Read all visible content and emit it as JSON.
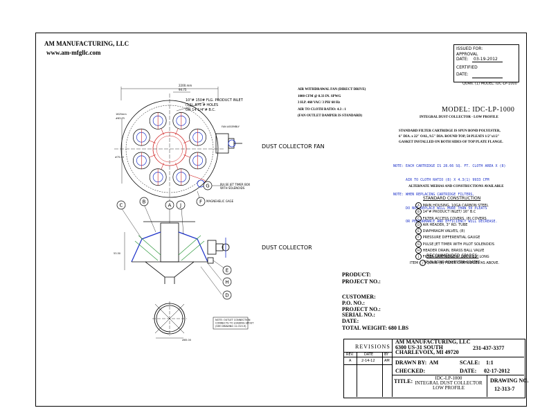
{
  "company": {
    "name": "AM MANUFACTURING, LLC",
    "website": "www.am-mfgllc.com"
  },
  "issued": {
    "line1": "ISSUED FOR:",
    "line2": "APPROVAL",
    "date_label": "DATE:",
    "date_value": "03-19-2012",
    "certified": "CERTIFIED",
    "date2_label": "DATE:"
  },
  "quantity_note": "QUAN. (1) MODEL: IDC-LP-1000",
  "fan_spec": [
    "AIR WITHDRAWAL FAN (DIRECT DRIVE)",
    "1000   CFM @ 8.33   IN. SPWG",
    "3 H.P.    460 VAC/  3 PH/  60 Hz",
    "AIR TO CLOTH RATIO:     4.3 : 1",
    "(FAN OUTLET DAMPER IS STANDARD)"
  ],
  "model": {
    "title": "MODEL:  IDC-LP-1000",
    "subtitle": "INTEGRAL DUST COLLECTOR  -  LOW PROFILE"
  },
  "filter_text": [
    "STANDARD FILTER CARTRIDGE IS SPUN BOND POLYESTER,",
    "6\" DIA. x 22\" OAL, 9.5\" DIA. ROUND TOP, 50 PLEATS 1/2\"x1/2\"",
    "GASKET INSTALLED ON BOTH SIDES OF TOP PLATE FLANGE."
  ],
  "notes": [
    "NOTE: EACH CARTRIDGE IS 28.66 SQ. FT. CLOTH AREA X (8)",
    "      AIR TO CLOTH RATIO (8) X 4.3(1) 9933 CFM",
    "NOTE: WHEN REPLACING CARTRIDGE FILTERS,",
    "      DO NOT REPLACE WILL MORE THAN 50 PLEATS",
    "      OR PERFORMANCE AND EFFICIENCY WILL DECREASE."
  ],
  "alt_medias": "ALTERNATE MEDIAS AND CONSTRUCTIONS AVAILABLE",
  "std_construction": {
    "heading": "STANDARD CONSTRUCTION",
    "items": [
      {
        "mark": "A",
        "text": "MAIN HOUSING, 10GA CARBON STEEL"
      },
      {
        "mark": "B",
        "text": "14\"# PRODUCT INLET/ 16\" B.C"
      },
      {
        "mark": "C",
        "text": "FILTER ACCESS COVERS, (8) COVERS"
      },
      {
        "mark": "D",
        "text": "AIR HEADER, 3\" RD. TUBE"
      },
      {
        "mark": "E",
        "text": "DIAPHRAGM VALVES, (8)"
      },
      {
        "mark": "F",
        "text": "PRESSURE DIFFERENTIAL GAUGE"
      },
      {
        "mark": "G",
        "text": "PULSE JET TIMER WITH PILOT SOLENOIDS"
      },
      {
        "mark": "H",
        "text": "HEADER DRAIN, BRASS BALL VALVE"
      },
      {
        "mark": "J",
        "text": "FILTER CARTRIDGE 6\" DIA. x 22\" LONG"
      },
      {
        "mark": "",
        "text": "SPUN BOND POLYESTER-COATED"
      }
    ]
  },
  "spares": {
    "heading": "RECOMMENDED SPARES:",
    "item_label": "ITEM",
    "mark": "J",
    "text": "QUAN. (8) FILTER CARTRIDGES AS ABOVE."
  },
  "labels": {
    "fan": "DUST COLLECTOR FAN",
    "collector": "DUST COLLECTOR",
    "inlet": [
      "10\"# 150# FLG. PRODUCT INLET",
      "(12) .875 # HOLES",
      "ON 14 1/4\"# B.C."
    ],
    "fan_assembly": "FAN ASSEMBLY",
    "pulse_jet": [
      "PULSE JET TIMER BOX",
      "WITH SOLENOIDS"
    ],
    "magnehelic": "MAGNEHELIC GAGE",
    "outlet_note": [
      "NOTE: OUTLET CONNECTION",
      "CONNECTS TO LOADING SPOUT",
      "(SEE DRAWING 12-313-9)"
    ],
    "dim_top1": "2200.mm",
    "dim_top2": "94.75",
    "dim_left1": "1625mm",
    "dim_left2": "#63.75",
    "dim_left3": "#75.00",
    "dim_side": "53.50",
    "dim_bottom": "#85.00",
    "callouts": [
      "C",
      "B",
      "A",
      "J",
      "E",
      "H",
      "D",
      "G",
      "F"
    ]
  },
  "project": {
    "product": "PRODUCT:",
    "project_no": "PROJECT NO.:",
    "customer": "CUSTOMER:",
    "po_no": "P.O. NO.:",
    "project2": "PROJECT NO.:",
    "serial": "SERIAL NO.:",
    "date": "DATE:",
    "weight": "TOTAL WEIGHT:  680 LBS"
  },
  "title_block": {
    "revisions": "REVISIONS",
    "rev_cols": [
      "REV.",
      "DATE",
      "BY"
    ],
    "rev_row": [
      "A",
      "2-14-12",
      "AM"
    ],
    "company": "AM MANUFACTURING, LLC",
    "address1": "6300  US-31  SOUTH",
    "address2": "CHARLEVOIX, MI 49720",
    "phone": "231-437-3377",
    "drawn_label": "DRAWN BY:",
    "drawn_value": "AM",
    "scale_label": "SCALE:",
    "scale_value": "1:1",
    "checked_label": "CHECKED:",
    "date_label": "DATE:",
    "date_value": "02-17-2012",
    "title_label": "TITLE:",
    "title_lines": [
      "IDC-LP-1000",
      "INTEGRAL DUST COLLECTOR",
      "LOW PROFILE"
    ],
    "drawing_label": "DRAWING NO.",
    "drawing_value": "12-313-7"
  }
}
